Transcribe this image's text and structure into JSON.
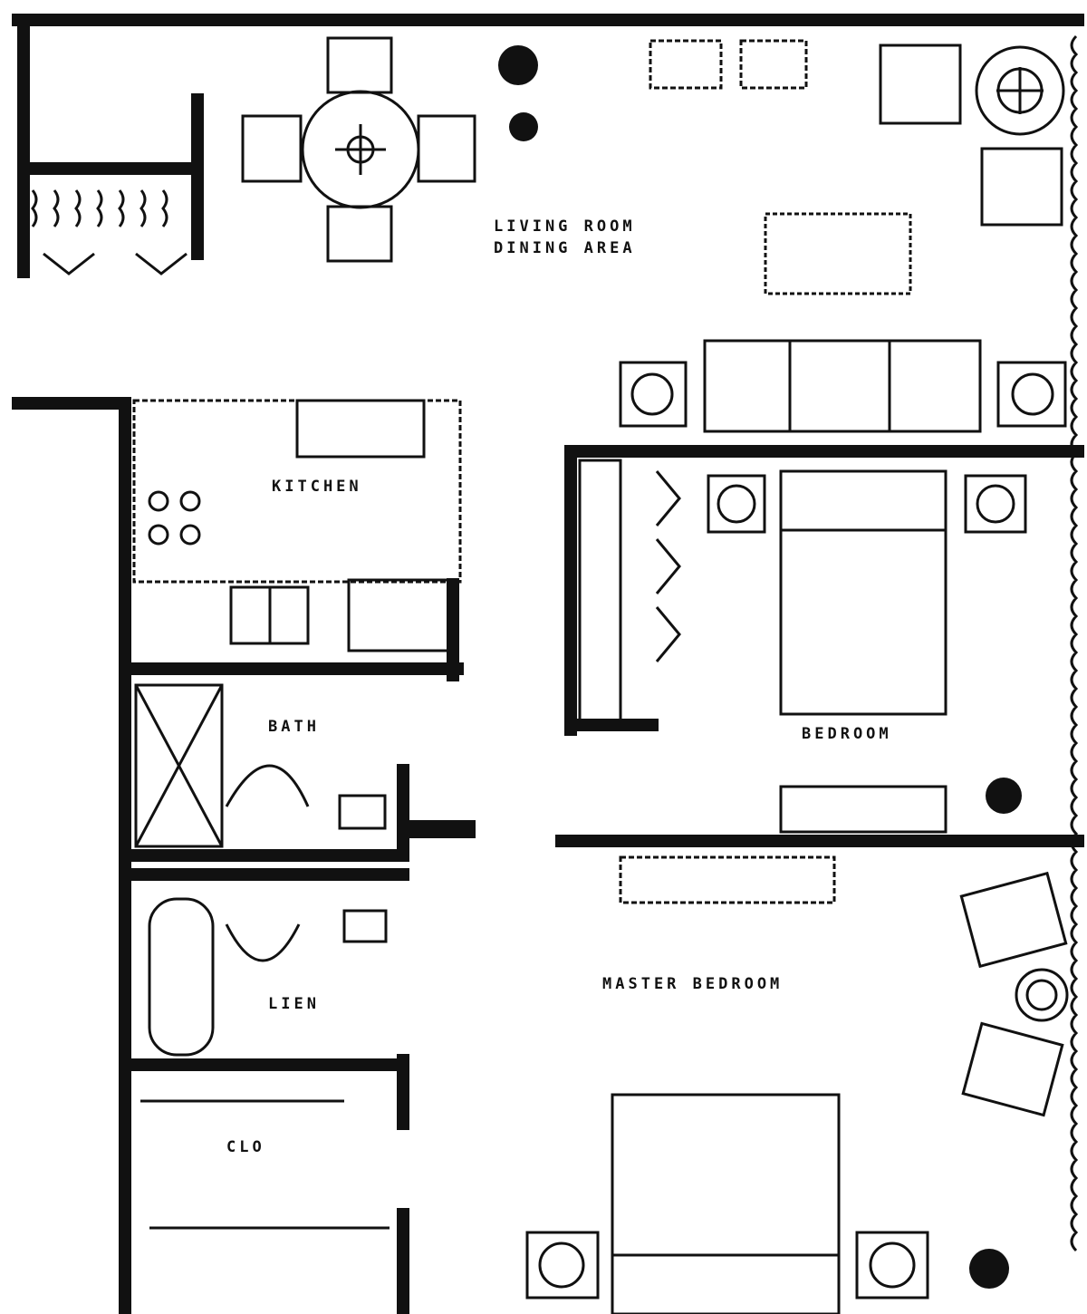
{
  "diagram": {
    "type": "floor_plan",
    "colors": {
      "ink": "#111111",
      "background": "#ffffff"
    },
    "rooms": [
      {
        "id": "living",
        "label_lines": [
          "LIVING ROOM",
          "DINING AREA"
        ]
      },
      {
        "id": "kitchen",
        "label": "KITCHEN"
      },
      {
        "id": "bedroom",
        "label": "BEDROOM"
      },
      {
        "id": "bath",
        "label": "BATH"
      },
      {
        "id": "linen",
        "label": "LIEN"
      },
      {
        "id": "closet",
        "label": "CLO"
      },
      {
        "id": "master",
        "label": "MASTER BEDROOM"
      }
    ]
  }
}
